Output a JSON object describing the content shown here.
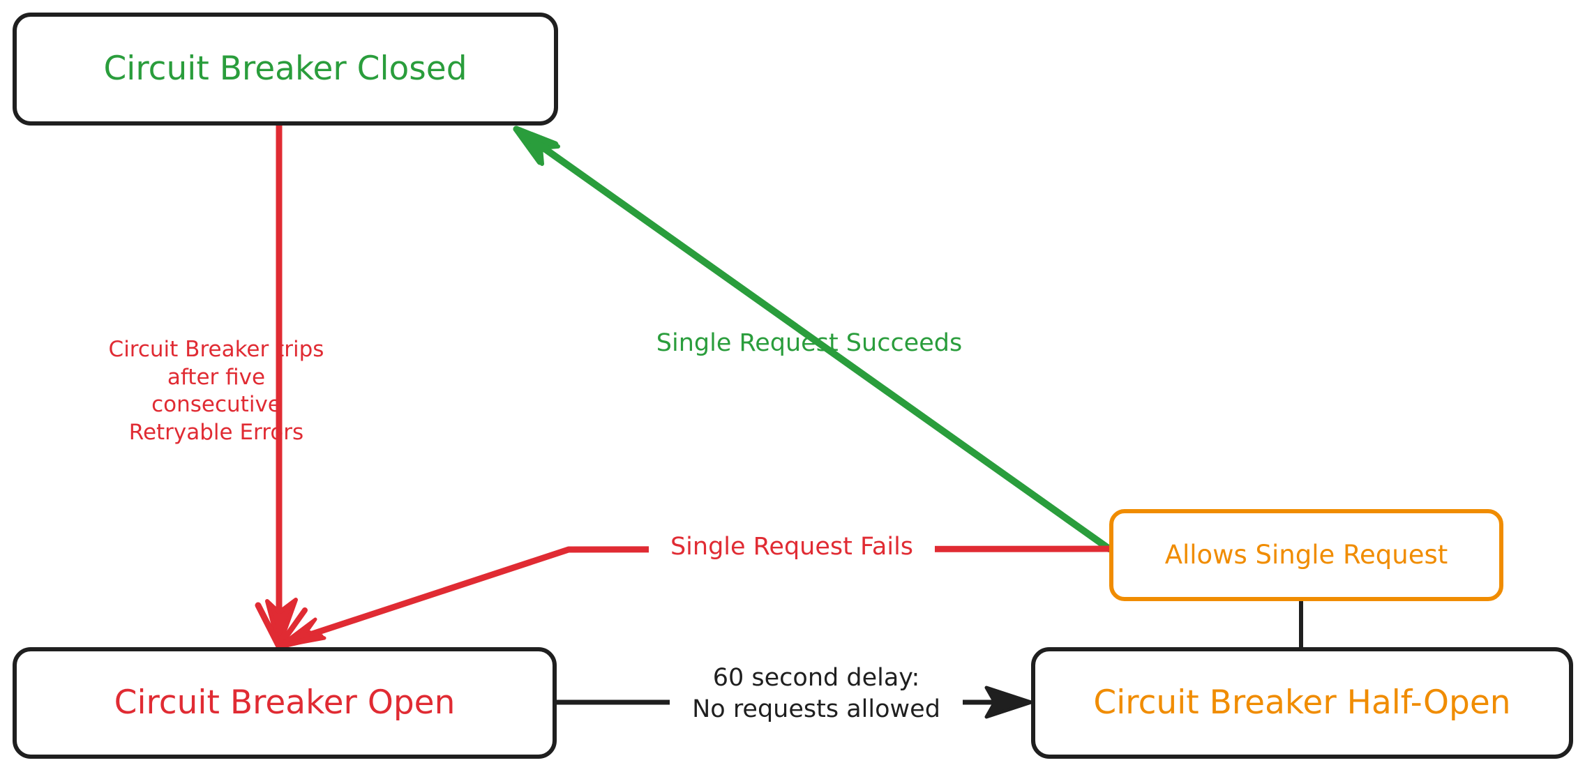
{
  "diagram": {
    "type": "state-machine-flowchart",
    "title": "Circuit Breaker State Diagram",
    "background_color": "#ffffff",
    "style": "hand-drawn"
  },
  "colors": {
    "green": "#2a9d3c",
    "red": "#e02b33",
    "orange": "#f08c00",
    "black": "#1f1f1f",
    "white": "#ffffff"
  },
  "nodes": [
    {
      "id": "closed",
      "label": "Circuit Breaker Closed",
      "text_color": "#2a9d3c",
      "border_color": "#1f1f1f"
    },
    {
      "id": "open",
      "label": "Circuit Breaker Open",
      "text_color": "#e02b33",
      "border_color": "#1f1f1f"
    },
    {
      "id": "half_open",
      "label": "Circuit Breaker Half-Open",
      "text_color": "#f08c00",
      "border_color": "#1f1f1f"
    },
    {
      "id": "allows_single_request",
      "label": "Allows Single Request",
      "text_color": "#f08c00",
      "border_color": "#f08c00"
    }
  ],
  "edges": [
    {
      "id": "closed-to-open",
      "from": "closed",
      "to": "open",
      "color": "#e02b33",
      "label": "Circuit Breaker trips\nafter five consecutive\nRetryable Errors"
    },
    {
      "id": "allows-to-closed",
      "from": "allows_single_request",
      "to": "closed",
      "color": "#2a9d3c",
      "label": "Single Request Succeeds"
    },
    {
      "id": "allows-to-open",
      "from": "allows_single_request",
      "to": "open",
      "color": "#e02b33",
      "label": "Single Request Fails"
    },
    {
      "id": "open-to-half-open",
      "from": "open",
      "to": "half_open",
      "color": "#1f1f1f",
      "label": "60 second delay:\nNo requests allowed"
    },
    {
      "id": "half-open-to-allows",
      "from": "half_open",
      "to": "allows_single_request",
      "color": "#1f1f1f",
      "label": ""
    }
  ]
}
